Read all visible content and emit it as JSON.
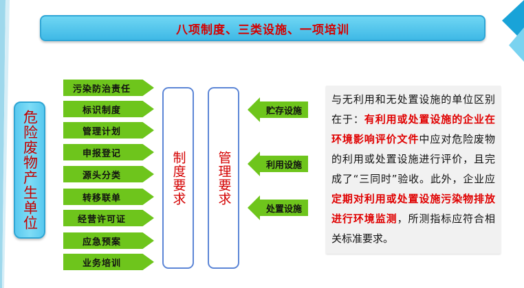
{
  "title": "八项制度、三类设施、一项培训",
  "unit_label": "危险废物产生单位",
  "systems": [
    "污染防治责任",
    "标识制度",
    "管理计划",
    "申报登记",
    "源头分类",
    "转移联单",
    "经营许可证",
    "应急预案",
    "业务培训"
  ],
  "boxes": {
    "system_req": "制度要求",
    "management_req": "管理要求"
  },
  "facilities": [
    "贮存设施",
    "利用设施",
    "处置设施"
  ],
  "note": {
    "part1": "与无利用和无处置设施的单位区别在于：",
    "highlight1": "有利用或处置设施的企业在环境影响评价文件",
    "part2": "中应对危险废物的利用或处置设施进行评价，且完成了“三同时”验收。此外，企业应",
    "highlight2": "定期对利用或处置设施污染物排放进行环境监测",
    "part3": "，所测指标应符合相关标准要求。"
  },
  "colors": {
    "title_text": "#d40000",
    "arrow_green": "#6ec51c",
    "box_border": "#5b85d6",
    "highlight_red": "#e00000",
    "cyan": "#4cc3ec"
  }
}
